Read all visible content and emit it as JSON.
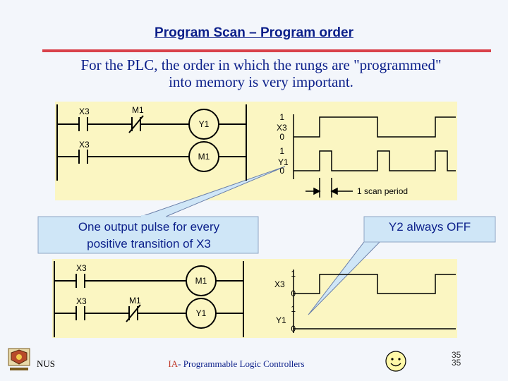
{
  "slide": {
    "title": "Program Scan – Program order",
    "subtitle": "For the PLC, the order in which the rungs are \"programmed\" into memory is very important.",
    "colors": {
      "title": "#0b1f8a",
      "rule": "#d9424b",
      "panel": "#fbf6c2",
      "callout": "#cfe6f7"
    }
  },
  "top_ladder": {
    "rung1": {
      "contact_no": "X3",
      "contact_nc": "M1",
      "coil": "Y1"
    },
    "rung2": {
      "contact_no": "X3",
      "coil": "M1"
    }
  },
  "top_timing": {
    "signal1": {
      "name": "X3",
      "high": "1",
      "low": "0"
    },
    "signal2": {
      "name": "Y1",
      "high": "1",
      "low": "0"
    },
    "scan_label": "1 scan period"
  },
  "bottom_ladder": {
    "rung1": {
      "contact_no": "X3",
      "coil": "M1"
    },
    "rung2": {
      "contact_no": "X3",
      "contact_nc": "M1",
      "coil": "Y1"
    }
  },
  "bottom_timing": {
    "signal1": {
      "name": "X3",
      "high": "1",
      "low": "0"
    },
    "signal2": {
      "name": "Y1",
      "high": "1",
      "low": "0"
    }
  },
  "callouts": {
    "pulse_line1": "One output pulse for every",
    "pulse_line2": "positive transition of X3",
    "y2_off": "Y2 always OFF"
  },
  "footer": {
    "left": "NUS",
    "center_accent": "IA",
    "center_rest": "- Programmable Logic Controllers",
    "page_number": "35",
    "page_number_shadow": "35",
    "logo_icon": "nus-crest-icon",
    "smiley_icon": "smiley-face-icon"
  }
}
